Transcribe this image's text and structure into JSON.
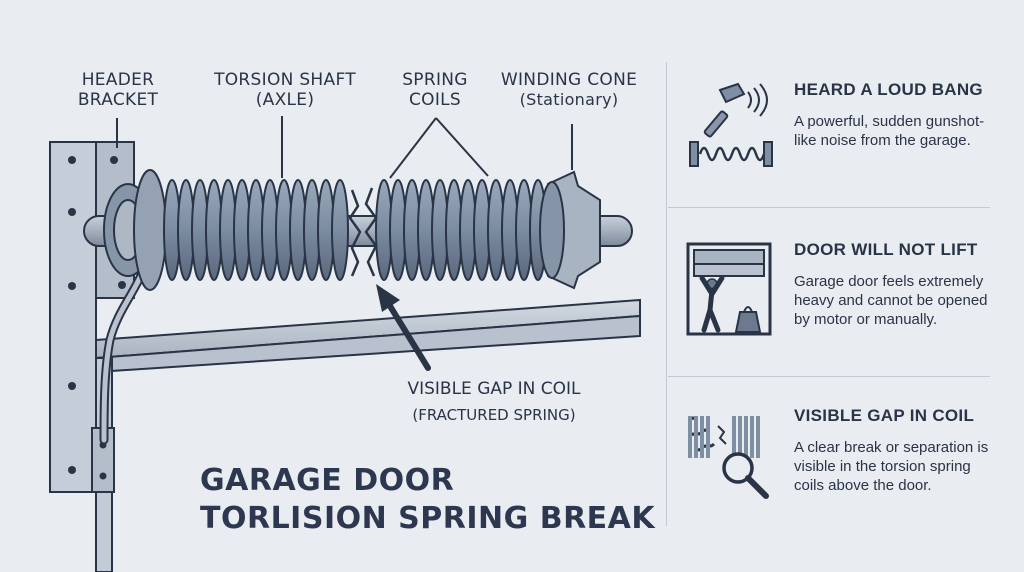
{
  "labels": {
    "header_bracket": "HEADER BRACKET",
    "torsion_shaft_line1": "TORSION SHAFT",
    "torsion_shaft_line2": "(AXLE)",
    "spring_coils_line1": "SPRING",
    "spring_coils_line2": "COILS",
    "winding_cone_line1": "WINDING CONE",
    "winding_cone_line2": "(Stationary)",
    "gap_line1": "VISIBLE GAP IN COIL",
    "gap_line2": "(FRACTURED SPRING)"
  },
  "title": {
    "line1": "GARAGE DOOR",
    "line2": "TORLISION SPRING BREAK"
  },
  "symptoms": [
    {
      "title": "HEARD A LOUD BANG",
      "description": "A powerful, sudden gunshot-like noise from the garage.",
      "icon": "hammer-spring-icon"
    },
    {
      "title": "DOOR WILL NOT LIFT",
      "description": "Garage door feels extremely heavy and cannot be opened by motor or manually.",
      "icon": "heavy-door-icon"
    },
    {
      "title": "VISIBLE GAP IN COIL",
      "description": "A clear break or separation is visible in the torsion spring coils above the door.",
      "icon": "magnifier-spring-icon"
    }
  ],
  "colors": {
    "background": "#e9edf1",
    "metal": "#a9b4c2",
    "spring": "#7e8ea3",
    "outline": "#2a3447",
    "text": "#2a3447"
  }
}
